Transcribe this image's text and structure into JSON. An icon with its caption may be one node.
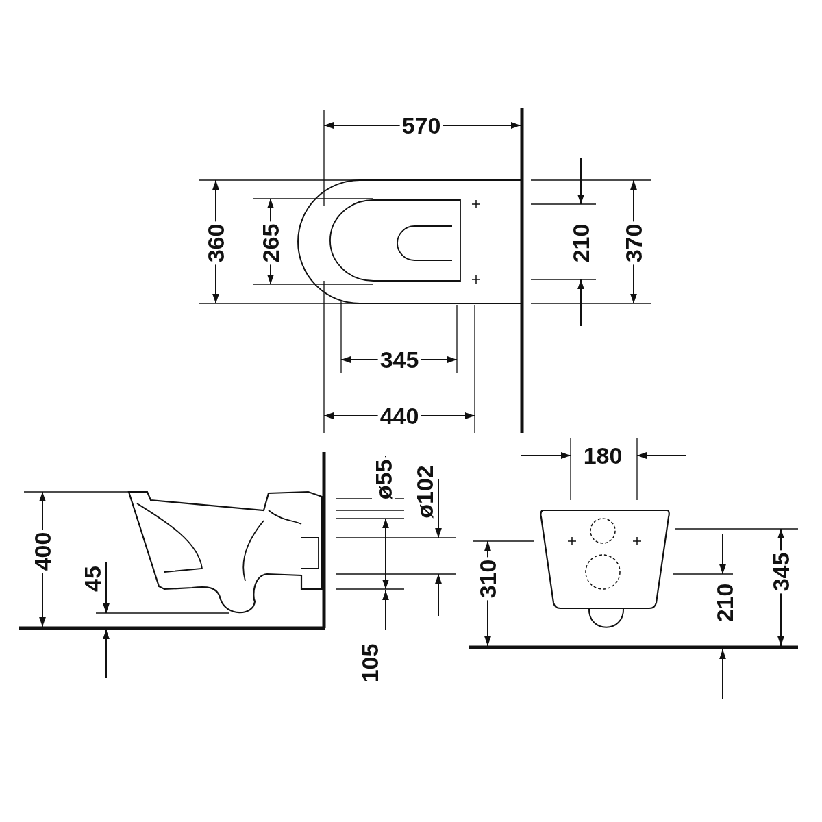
{
  "diagram": {
    "labels": [
      "570",
      "360",
      "265",
      "210",
      "370",
      "345",
      "440",
      "180",
      "ø55",
      "ø102",
      "400",
      "45",
      "310",
      "210",
      "345",
      "105"
    ]
  }
}
